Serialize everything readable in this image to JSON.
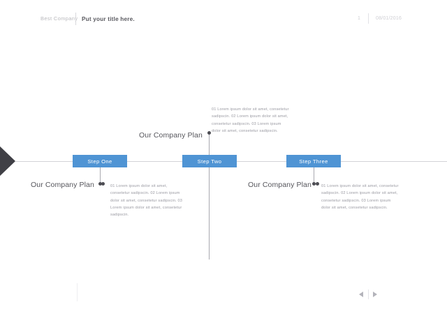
{
  "header": {
    "company": "Best Company",
    "title": "Put your title here.",
    "page_number": "1",
    "date": "08/01/2016"
  },
  "timeline": {
    "steps": [
      {
        "label": "Step One"
      },
      {
        "label": "Step Two"
      },
      {
        "label": "Step Three"
      }
    ],
    "accent_color": "#4f94d4",
    "axis_color": "#d3d3d7",
    "arrow_color": "#404046"
  },
  "blocks": {
    "top": {
      "heading": "Our Company Plan",
      "body": "01 Lorem ipsum dolor sit amet, consetetur sadipscin. 02 Lorem ipsum dolor sit amet, consetetur sadipscin. 03 Lorem ipsum dolor sit amet, consetetur sadipscin."
    },
    "left": {
      "heading": "Our Company Plan",
      "body": "01 Lorem ipsum dolor sit amet, consetetur sadipscin. 02 Lorem ipsum dolor sit amet, consetetur sadipscin. 03 Lorem ipsum dolor sit amet, consetetur sadipscin."
    },
    "right": {
      "heading": "Our Company Plan",
      "body": "01 Lorem ipsum dolor sit amet, consetetur sadipscin. 02 Lorem ipsum dolor sit amet, consetetur sadipscin. 03 Lorem ipsum dolor sit amet, consetetur sadipscin."
    }
  },
  "footer": {
    "prev_icon": "triangle-left-icon",
    "next_icon": "triangle-right-icon"
  }
}
